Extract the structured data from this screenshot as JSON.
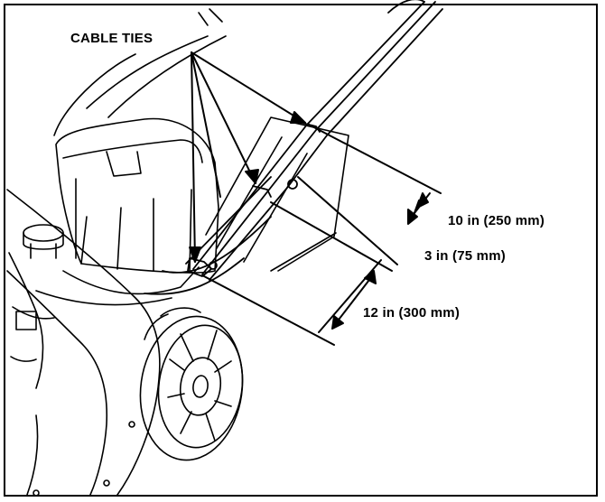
{
  "labels": {
    "cable_ties": "CABLE  TIES",
    "dim_top": "10 in (250 mm)",
    "dim_mid": "3 in (75 mm)",
    "dim_bottom": "12 in (300 mm)"
  },
  "colors": {
    "line": "#000000",
    "background": "#ffffff"
  }
}
